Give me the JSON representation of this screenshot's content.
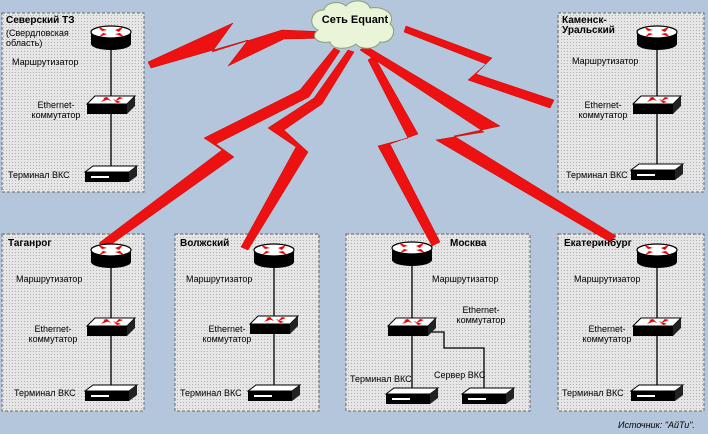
{
  "cloud": {
    "label": "Сеть Equant"
  },
  "labels": {
    "router": "Маршрутизатор",
    "switch": "Ethernet-коммутатор",
    "terminal": "Терминал ВКС",
    "server": "Сервер ВКС"
  },
  "sites": {
    "seversky": {
      "name": "Северский ТЗ",
      "note": "(Свердловская область)"
    },
    "kamensk": {
      "name": "Каменск-Уральский"
    },
    "taganrog": {
      "name": "Таганрог"
    },
    "volzhsky": {
      "name": "Волжский"
    },
    "moscow": {
      "name": "Москва"
    },
    "ekaterinburg": {
      "name": "Екатеринбург"
    }
  },
  "colors": {
    "background": "#b4c6dc",
    "link": "#ee1111",
    "site_box": "#e6e6e6"
  },
  "source": "Источник: \"АйТи\"."
}
